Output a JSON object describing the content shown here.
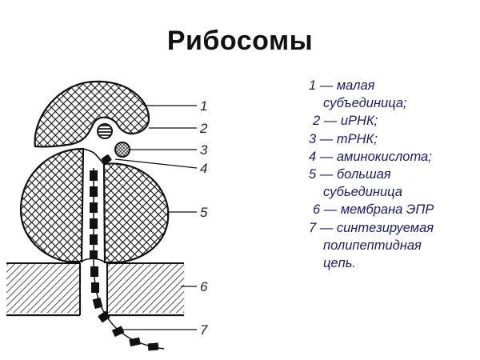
{
  "title": "Рибосомы",
  "legend": {
    "items": [
      {
        "num": "1",
        "line1": "1 — малая",
        "line2": "субъединица;"
      },
      {
        "num": "2",
        "line1": "2 — иРНК;"
      },
      {
        "num": "3",
        "line1": "3 — тРНК;"
      },
      {
        "num": "4",
        "line1": "4 — аминокислота;"
      },
      {
        "num": "5",
        "line1": "5 — большая",
        "line2": "субьединица"
      },
      {
        "num": "6",
        "line1": "6 — мембрана ЭПР"
      },
      {
        "num": "7",
        "line1": "7 — синтезируемая",
        "line2": "полипептидная",
        "line3": "цепь."
      }
    ]
  },
  "diagram": {
    "labels": [
      "1",
      "2",
      "3",
      "4",
      "5",
      "6",
      "7"
    ],
    "parts": [
      "small-subunit",
      "mrna",
      "trna",
      "amino-acid",
      "large-subunit",
      "er-membrane",
      "polypeptide-chain"
    ],
    "colors": {
      "text": "#1a1a6e",
      "ink": "#111111"
    }
  }
}
